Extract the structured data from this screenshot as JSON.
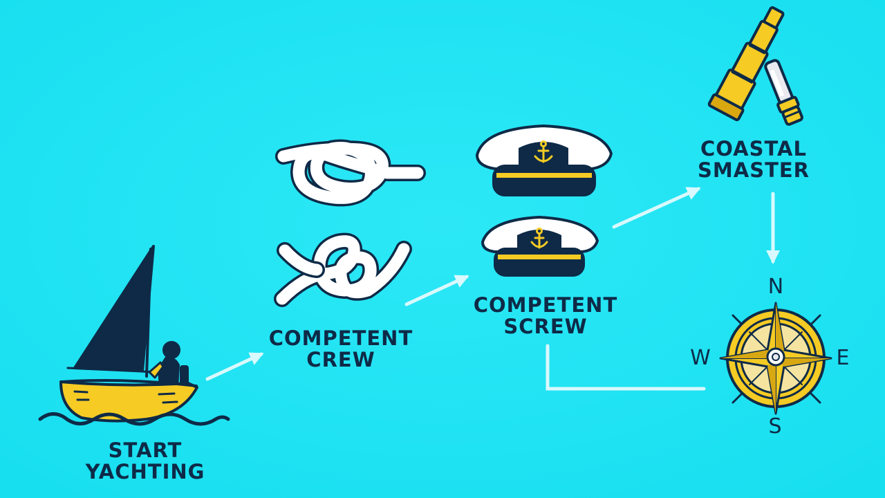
{
  "colors": {
    "background": "#1ee4f3",
    "navy": "#0e2a47",
    "yellow": "#f5cb24",
    "white": "#ffffff",
    "arrow": "#e8fbff"
  },
  "stages": {
    "start": {
      "line1": "START",
      "line2": "YACHTING",
      "icon": "sailboat-icon"
    },
    "crew": {
      "line1": "COMPETENT",
      "line2": "CREW",
      "icon": "rope-knot-icon"
    },
    "skipper": {
      "line1": "COMPETENT",
      "line2": "SCREW",
      "icon": "captain-hat-icon"
    },
    "coastal": {
      "line1": "COASTAL",
      "line2": "SMASTER",
      "icon": "telescope-icon"
    },
    "compass": {
      "icon": "compass-rose-icon"
    }
  },
  "compass": {
    "north": "N",
    "east": "E",
    "south": "S",
    "west": "W"
  }
}
